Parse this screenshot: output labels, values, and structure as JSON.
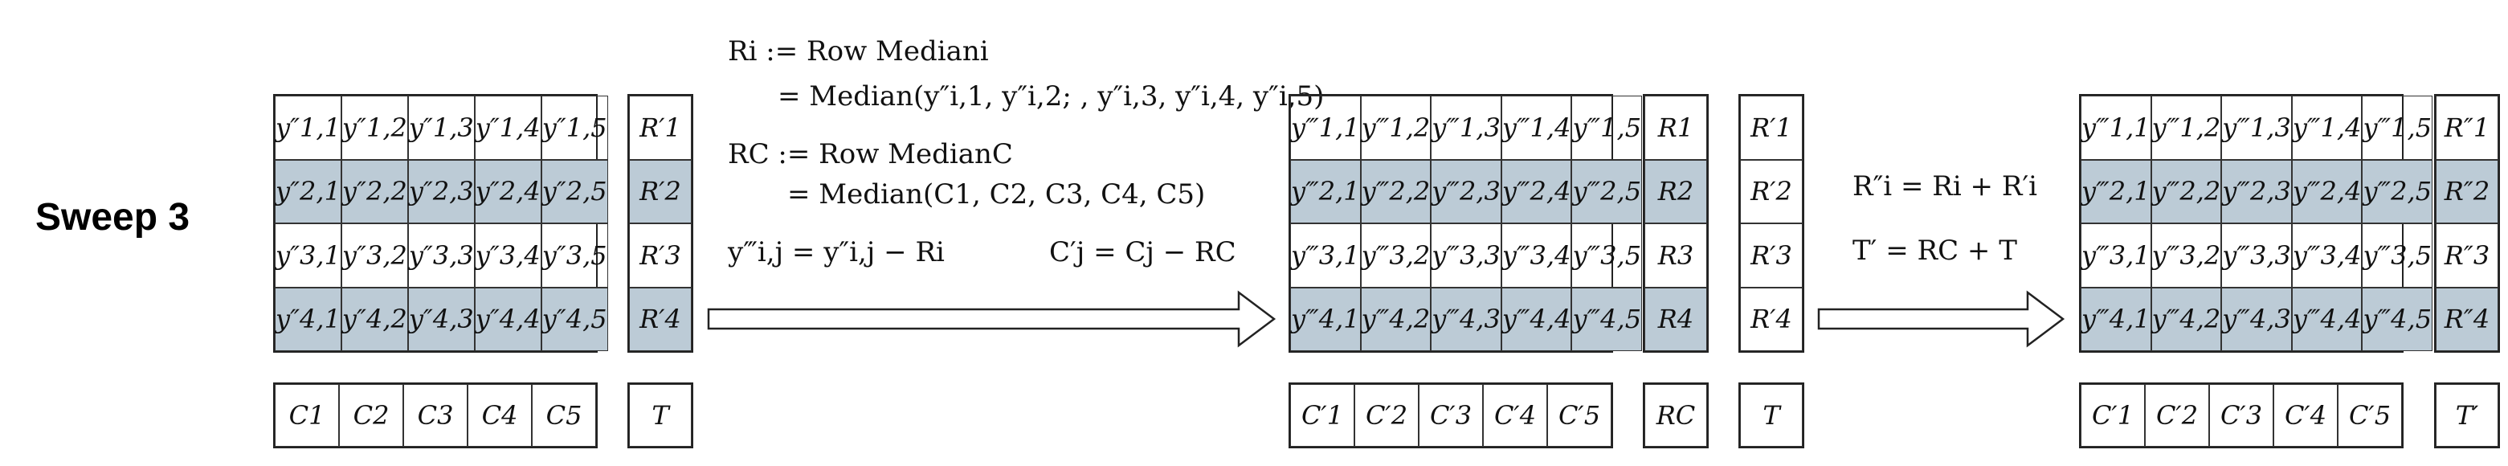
{
  "sweep_label": "Sweep 3",
  "group1": {
    "matrix": [
      [
        "y″1,1",
        "y″1,2",
        "y″1,3",
        "y″1,4",
        "y″1,5"
      ],
      [
        "y″2,1",
        "y″2,2",
        "y″2,3",
        "y″2,4",
        "y″2,5"
      ],
      [
        "y″3,1",
        "y″3,2",
        "y″3,3",
        "y″3,4",
        "y″3,5"
      ],
      [
        "y″4,1",
        "y″4,2",
        "y″4,3",
        "y″4,4",
        "y″4,5"
      ]
    ],
    "col_effects": [
      "C1",
      "C2",
      "C3",
      "C4",
      "C5"
    ],
    "row_effects": [
      "R′1",
      "R′2",
      "R′3",
      "R′4"
    ],
    "total": "T"
  },
  "equations": {
    "ri_def": "Ri := Row Mediani",
    "ri_median": "= Median(y″i,1, y″i,2; , y″i,3, y″i,4, y″i,5)",
    "rc_def": "RC := Row MedianC",
    "rc_median": "= Median(C1, C2, C3, C4, C5)",
    "y_update": "y‴i,j = y″i,j − Ri",
    "c_update": "C′j = Cj − RC"
  },
  "group2": {
    "matrix": [
      [
        "y‴1,1",
        "y‴1,2",
        "y‴1,3",
        "y‴1,4",
        "y‴1,5"
      ],
      [
        "y‴2,1",
        "y‴2,2",
        "y‴2,3",
        "y‴2,4",
        "y‴2,5"
      ],
      [
        "y‴3,1",
        "y‴3,2",
        "y‴3,3",
        "y‴3,4",
        "y‴3,5"
      ],
      [
        "y‴4,1",
        "y‴4,2",
        "y‴4,3",
        "y‴4,4",
        "y‴4,5"
      ]
    ],
    "col_effects": [
      "C′1",
      "C′2",
      "C′3",
      "C′4",
      "C′5"
    ],
    "r_col": [
      "R1",
      "R2",
      "R3",
      "R4"
    ],
    "rprime_col": [
      "R′1",
      "R′2",
      "R′3",
      "R′4"
    ],
    "rc": "RC",
    "total": "T"
  },
  "update_equations": {
    "r_update": "R″i = Ri + R′i",
    "t_update": "T′ = RC + T"
  },
  "group3": {
    "matrix": [
      [
        "y‴1,1",
        "y‴1,2",
        "y‴1,3",
        "y‴1,4",
        "y‴1,5"
      ],
      [
        "y‴2,1",
        "y‴2,2",
        "y‴2,3",
        "y‴2,4",
        "y‴2,5"
      ],
      [
        "y‴3,1",
        "y‴3,2",
        "y‴3,3",
        "y‴3,4",
        "y‴3,5"
      ],
      [
        "y‴4,1",
        "y‴4,2",
        "y‴4,3",
        "y‴4,4",
        "y‴4,5"
      ]
    ],
    "col_effects": [
      "C′1",
      "C′2",
      "C′3",
      "C′4",
      "C′5"
    ],
    "row_effects": [
      "R″1",
      "R″2",
      "R″3",
      "R″4"
    ],
    "total": "T′"
  },
  "colors": {
    "shade": "#bccbd6",
    "border": "#333333"
  }
}
